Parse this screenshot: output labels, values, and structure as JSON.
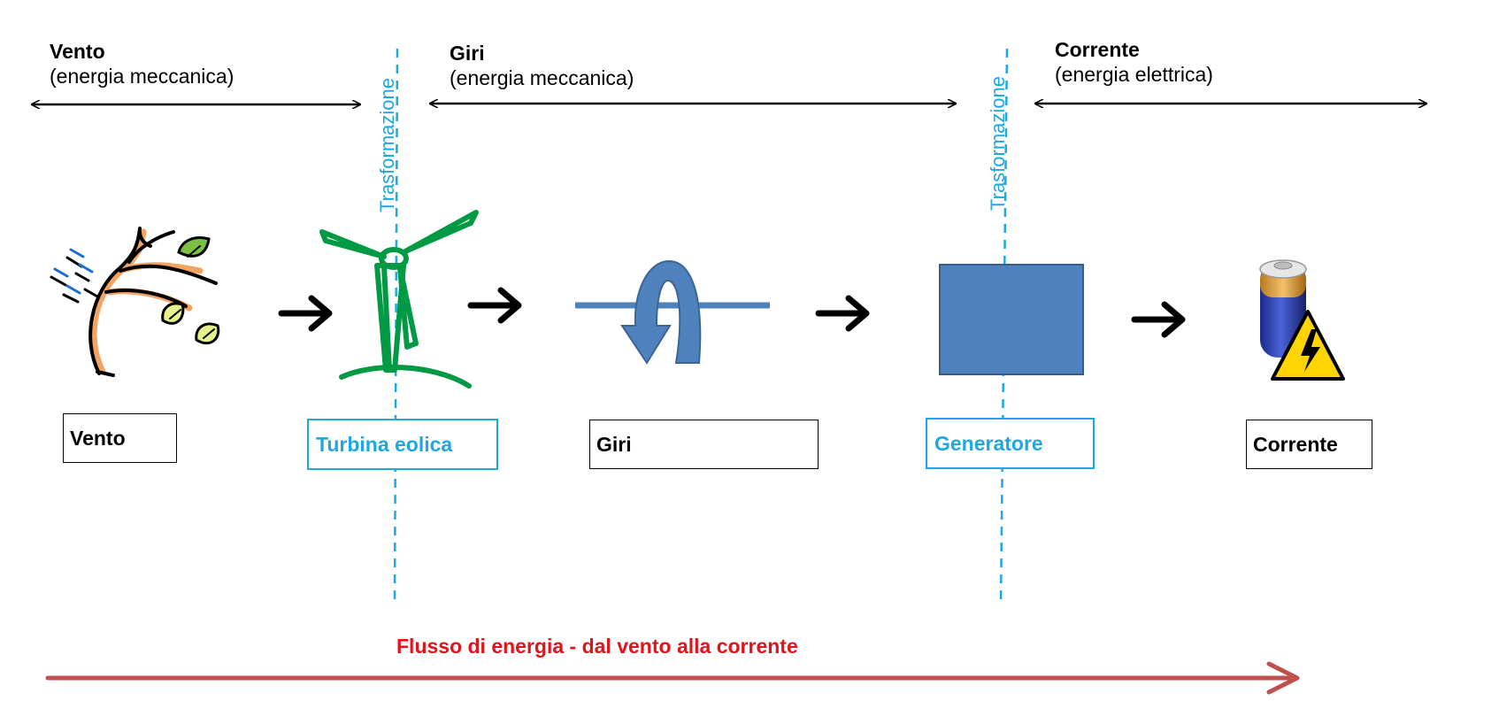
{
  "segments": [
    {
      "title": "Vento",
      "subtitle": "(energia meccanica)"
    },
    {
      "title": "Giri",
      "subtitle": "(energia meccanica)"
    },
    {
      "title": "Corrente",
      "subtitle": "(energia elettrica)"
    }
  ],
  "transformations": [
    {
      "label": "Trasformazione"
    },
    {
      "label": "Trasformazione"
    }
  ],
  "stages": [
    {
      "label": "Vento",
      "icon": "wind-tree-icon"
    },
    {
      "label": "Turbina eolica",
      "icon": "wind-turbine-icon"
    },
    {
      "label": "Giri",
      "icon": "rotation-icon"
    },
    {
      "label": "Generatore",
      "icon": "generator-block"
    },
    {
      "label": "Corrente",
      "icon": "battery-warning-icon"
    }
  ],
  "flow": {
    "label": "Flusso di energia - dal vento alla corrente"
  },
  "colors": {
    "accent_blue": "#1ea7e1",
    "turbine_green": "#009a44",
    "generator_blue": "#4f81bd",
    "flow_red": "#c0504d",
    "flow_text_red": "#e0141b"
  }
}
